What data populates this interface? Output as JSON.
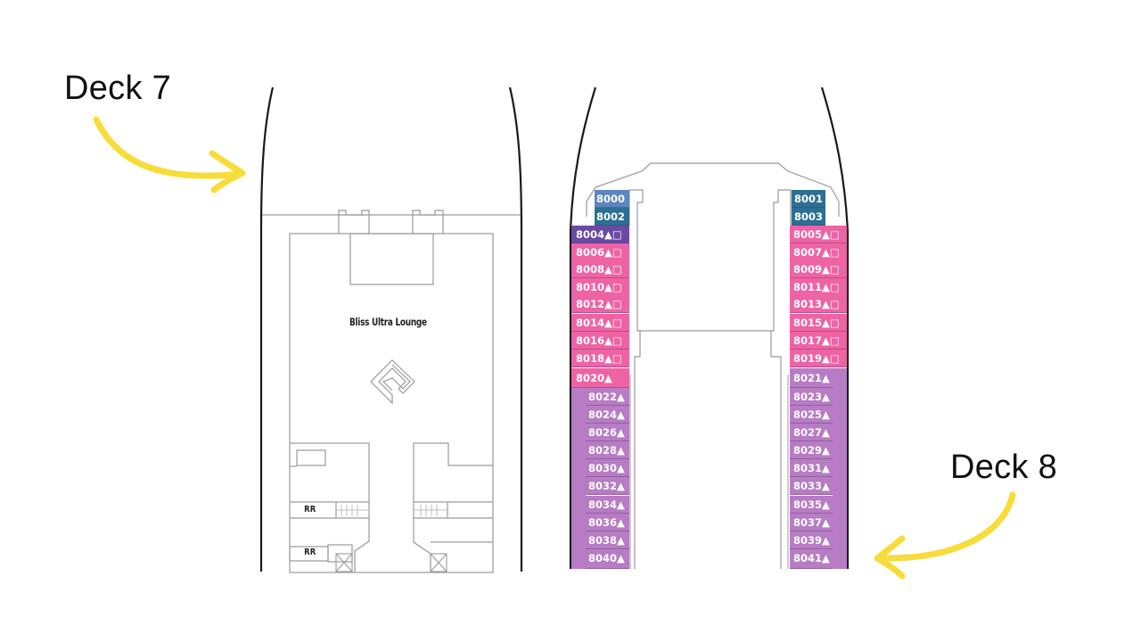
{
  "labels": {
    "deck7": "Deck 7",
    "deck8": "Deck 8"
  },
  "deck7": {
    "venue": "Bliss Ultra Lounge",
    "restroom_label": "RR",
    "restroom_label_2": "RR",
    "icons": [
      "lounge-logo-icon",
      "stairs-icon",
      "elevator-icon"
    ]
  },
  "deck8": {
    "left_column": [
      {
        "number": "8000",
        "suffix": "",
        "color": "#5b86c0"
      },
      {
        "number": "8002",
        "suffix": "",
        "color": "#2c6f92"
      },
      {
        "number": "8004",
        "suffix": "▲□",
        "color": "#6a4aa3"
      },
      {
        "number": "8006",
        "suffix": "▲□",
        "color": "#ee63a4"
      },
      {
        "number": "8008",
        "suffix": "▲□",
        "color": "#ee63a4"
      },
      {
        "number": "8010",
        "suffix": "▲□",
        "color": "#ee63a4"
      },
      {
        "number": "8012",
        "suffix": "▲□",
        "color": "#ee63a4"
      },
      {
        "number": "8014",
        "suffix": "▲□",
        "color": "#ee63a4"
      },
      {
        "number": "8016",
        "suffix": "▲□",
        "color": "#ee63a4"
      },
      {
        "number": "8018",
        "suffix": "▲□",
        "color": "#ee63a4"
      },
      {
        "number": "8020",
        "suffix": "▲",
        "color": "#ee63a4"
      },
      {
        "number": "8022",
        "suffix": "▲",
        "color": "#b77cc4"
      },
      {
        "number": "8024",
        "suffix": "▲",
        "color": "#b77cc4"
      },
      {
        "number": "8026",
        "suffix": "▲",
        "color": "#b77cc4"
      },
      {
        "number": "8028",
        "suffix": "▲",
        "color": "#b77cc4"
      },
      {
        "number": "8030",
        "suffix": "▲",
        "color": "#b77cc4"
      },
      {
        "number": "8032",
        "suffix": "▲",
        "color": "#b77cc4"
      },
      {
        "number": "8034",
        "suffix": "▲",
        "color": "#b77cc4"
      },
      {
        "number": "8036",
        "suffix": "▲",
        "color": "#b77cc4"
      },
      {
        "number": "8038",
        "suffix": "▲",
        "color": "#b77cc4"
      },
      {
        "number": "8040",
        "suffix": "▲",
        "color": "#b77cc4"
      }
    ],
    "right_column": [
      {
        "number": "8001",
        "suffix": "",
        "color": "#2c6f92"
      },
      {
        "number": "8003",
        "suffix": "",
        "color": "#2c6f92"
      },
      {
        "number": "8005",
        "suffix": "▲□",
        "color": "#ee63a4"
      },
      {
        "number": "8007",
        "suffix": "▲□",
        "color": "#ee63a4"
      },
      {
        "number": "8009",
        "suffix": "▲□",
        "color": "#ee63a4"
      },
      {
        "number": "8011",
        "suffix": "▲□",
        "color": "#ee63a4"
      },
      {
        "number": "8013",
        "suffix": "▲□",
        "color": "#ee63a4"
      },
      {
        "number": "8015",
        "suffix": "▲□",
        "color": "#ee63a4"
      },
      {
        "number": "8017",
        "suffix": "▲□",
        "color": "#ee63a4"
      },
      {
        "number": "8019",
        "suffix": "▲□",
        "color": "#ee63a4"
      },
      {
        "number": "8021",
        "suffix": "▲",
        "color": "#b77cc4"
      },
      {
        "number": "8023",
        "suffix": "▲",
        "color": "#b77cc4"
      },
      {
        "number": "8025",
        "suffix": "▲",
        "color": "#b77cc4"
      },
      {
        "number": "8027",
        "suffix": "▲",
        "color": "#b77cc4"
      },
      {
        "number": "8029",
        "suffix": "▲",
        "color": "#b77cc4"
      },
      {
        "number": "8031",
        "suffix": "▲",
        "color": "#b77cc4"
      },
      {
        "number": "8033",
        "suffix": "▲",
        "color": "#b77cc4"
      },
      {
        "number": "8035",
        "suffix": "▲",
        "color": "#b77cc4"
      },
      {
        "number": "8037",
        "suffix": "▲",
        "color": "#b77cc4"
      },
      {
        "number": "8039",
        "suffix": "▲",
        "color": "#b77cc4"
      },
      {
        "number": "8041",
        "suffix": "▲",
        "color": "#b77cc4"
      }
    ]
  },
  "colors": {
    "arrow": "#f7dc3a",
    "hull": "#1a1a1a",
    "wall": "#9a9a9a",
    "suite_blue": "#5b86c0",
    "suite_teal": "#2c6f92",
    "purple_dark": "#6a4aa3",
    "pink": "#ee63a4",
    "lilac": "#b77cc4"
  }
}
